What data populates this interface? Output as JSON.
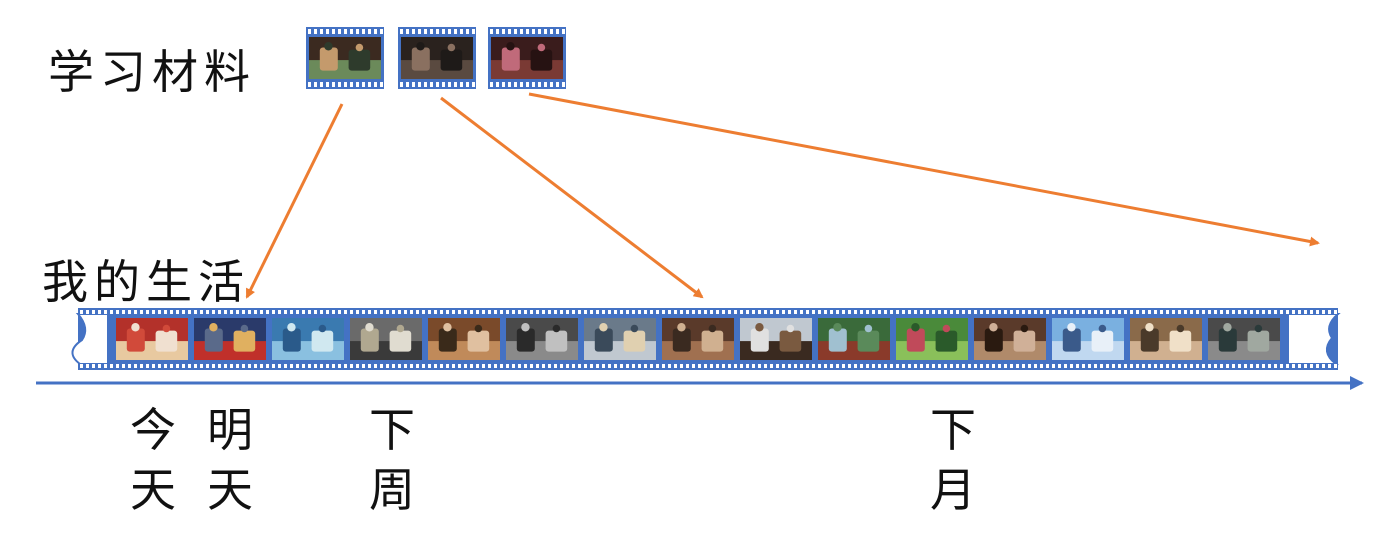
{
  "diagram": {
    "study_label": "学习材料",
    "life_label": "我的生活",
    "time_labels": [
      {
        "line1": "今",
        "line2": "天"
      },
      {
        "line1": "明",
        "line2": "天"
      },
      {
        "line1": "下",
        "line2": "周"
      },
      {
        "line1": "下",
        "line2": "月"
      }
    ]
  },
  "colors": {
    "film": "#4472c4",
    "film_edge": "#2f5597",
    "arrow": "#ed7d31",
    "axis": "#4472c4"
  },
  "study_clips": [
    {
      "scene": "restaurant-dinner-scene",
      "palette": [
        "#3b2a20",
        "#6b8a5a",
        "#c49a6c",
        "#2e3b2c"
      ]
    },
    {
      "scene": "indoor-conversation-scene",
      "palette": [
        "#2a221e",
        "#5a4a40",
        "#8a7060",
        "#1e1a18"
      ]
    },
    {
      "scene": "woman-in-doorway-scene",
      "palette": [
        "#3a1c1c",
        "#7a3a34",
        "#c06a7a",
        "#261212"
      ]
    }
  ],
  "life_frames": [
    {
      "scene": "family-celebration",
      "palette": [
        "#b3312a",
        "#e8c9a0",
        "#d14a3a",
        "#f0e0d0"
      ]
    },
    {
      "scene": "chinatown-street",
      "palette": [
        "#2a3a6a",
        "#c0302a",
        "#5a6a8a",
        "#e0b060"
      ]
    },
    {
      "scene": "kayaking-on-sea",
      "palette": [
        "#3a7ab0",
        "#8ac0e0",
        "#2a5a8a",
        "#d0e8f0"
      ]
    },
    {
      "scene": "family-packing-car",
      "palette": [
        "#6a6a6a",
        "#3a3a3a",
        "#b0a890",
        "#e0dcd0"
      ]
    },
    {
      "scene": "friends-at-restaurant",
      "palette": [
        "#7a4a2a",
        "#c08a5a",
        "#3a2a1a",
        "#e0c0a0"
      ]
    },
    {
      "scene": "subway-station",
      "palette": [
        "#4a4a4a",
        "#8a8a8a",
        "#2a2a2a",
        "#c0c0c0"
      ]
    },
    {
      "scene": "couple-in-office",
      "palette": [
        "#6a7a8a",
        "#c0c8d0",
        "#3a4a5a",
        "#e0d0b0"
      ]
    },
    {
      "scene": "group-dinner-table",
      "palette": [
        "#5a3a2a",
        "#a07050",
        "#3a2a20",
        "#d0b090"
      ]
    },
    {
      "scene": "toasting-drinks",
      "palette": [
        "#c0c8d0",
        "#3a2a20",
        "#e0e0e0",
        "#7a5a40"
      ]
    },
    {
      "scene": "chinese-garden-pavilion",
      "palette": [
        "#3a6a3a",
        "#8a3a2a",
        "#a0c0d0",
        "#5a8a5a"
      ]
    },
    {
      "scene": "tea-plantation",
      "palette": [
        "#4a8a3a",
        "#8ac05a",
        "#c04a5a",
        "#2a5a2a"
      ]
    },
    {
      "scene": "friends-toasting",
      "palette": [
        "#5a3a2a",
        "#b08a6a",
        "#2a1a10",
        "#d0b098"
      ]
    },
    {
      "scene": "shanghai-skyline",
      "palette": [
        "#7ab0e0",
        "#c0d8f0",
        "#3a5a8a",
        "#e8f0f8"
      ]
    },
    {
      "scene": "people-at-cafe",
      "palette": [
        "#8a6a4a",
        "#d0b090",
        "#4a3a2a",
        "#f0e0c8"
      ]
    },
    {
      "scene": "water-town-canal",
      "palette": [
        "#4a4a4a",
        "#8a8a8a",
        "#2a3a3a",
        "#a0a8a0"
      ]
    }
  ]
}
